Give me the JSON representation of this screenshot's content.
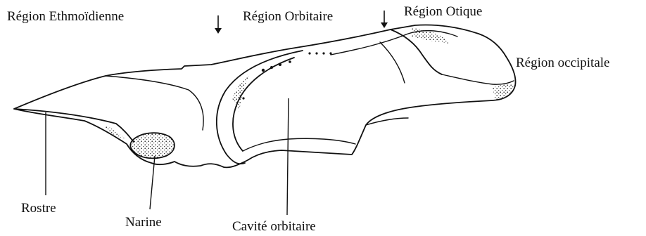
{
  "labels": {
    "ethmoid": "Région Ethmoïdienne",
    "orbital": "Région Orbitaire",
    "otic": "Région Otique",
    "occipital": "Région occipitale",
    "rostrum": "Rostre",
    "nostril": "Narine",
    "orbital_cavity": "Cavité orbitaire"
  }
}
